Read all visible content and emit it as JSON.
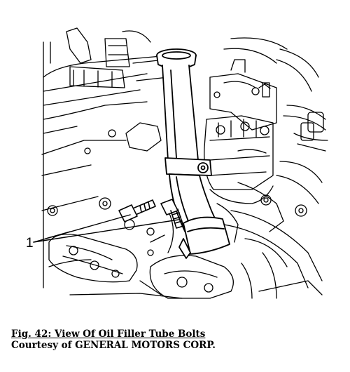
{
  "figure": {
    "callout_label": "1",
    "caption_title": "Fig. 42: View Of Oil Filler Tube Bolts",
    "caption_credit": "Courtesy of GENERAL MOTORS CORP."
  }
}
